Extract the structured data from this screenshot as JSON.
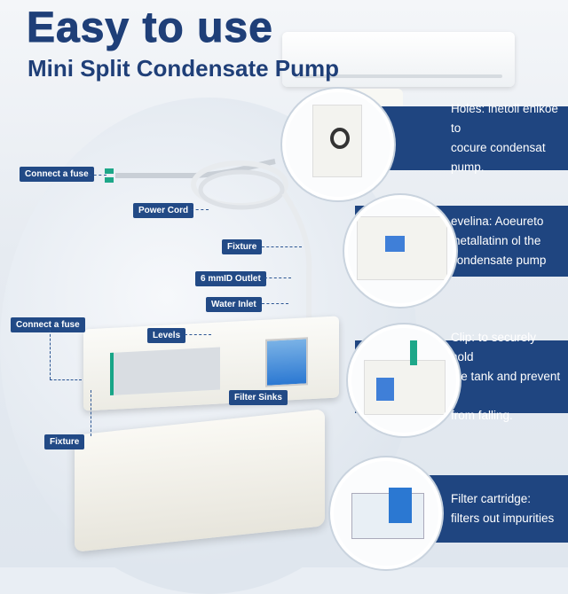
{
  "header": {
    "title": "Easy to use",
    "subtitle": "Mini Split Condensate Pump"
  },
  "callouts": {
    "connect_fuse_top": "Connect a fuse",
    "power_cord": "Power Cord",
    "fixture_top": "Fixture",
    "outlet": "6 mmID Outlet",
    "water_inlet": "Water Inlet",
    "connect_fuse_left": "Connect a fuse",
    "levels": "Levels",
    "filter_sinks": "Filter Sinks",
    "fixture_bottom": "Fixture"
  },
  "features": [
    {
      "lead": "Holes:",
      "lines": [
        "inetoll enikoe to",
        "cocure condensat   pump."
      ]
    },
    {
      "lead": "evelina:",
      "lines": [
        "Aoeureto",
        "inetallatinn ol the",
        "condensate pump"
      ]
    },
    {
      "lead": "Clip:",
      "lines": [
        "to securely hold",
        "the tank and prevent it",
        "from falling."
      ]
    },
    {
      "lead": "Filter cartridge:",
      "lines": [
        "filters out impurities"
      ]
    }
  ],
  "colors": {
    "brand_blue": "#1f4580",
    "accent_teal": "#18a587"
  }
}
